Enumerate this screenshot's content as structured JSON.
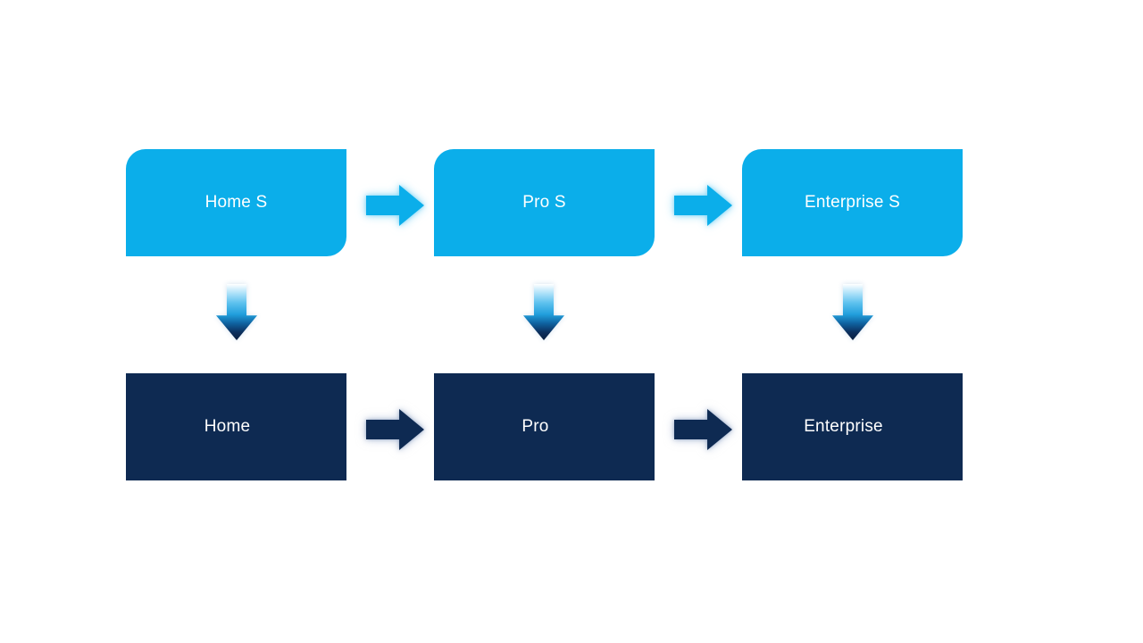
{
  "diagram": {
    "background": "#FFFFFF",
    "columns": [
      {
        "top_label": "Home S",
        "bottom_label": "Home"
      },
      {
        "top_label": "Pro S",
        "bottom_label": "Pro"
      },
      {
        "top_label": "Enterprise S",
        "bottom_label": "Enterprise"
      }
    ],
    "colors": {
      "top_box_fill": "#0BAEEA",
      "bottom_box_fill": "#0E2A52",
      "label_text": "#FFFFFF",
      "light_arrow_fill": "#0BAEEA",
      "light_arrow_glow": "#82D6F6",
      "dark_arrow_fill": "#0E2A52",
      "dark_arrow_glow": "#96A8C7",
      "down_arrow_gradient_top": "#FFFFFF",
      "down_arrow_gradient_mid": "#219FDC",
      "down_arrow_gradient_bottom": "#0A1F3F"
    },
    "icons": {
      "right_arrow": "right-arrow-icon",
      "down_arrow": "down-arrow-icon"
    }
  }
}
